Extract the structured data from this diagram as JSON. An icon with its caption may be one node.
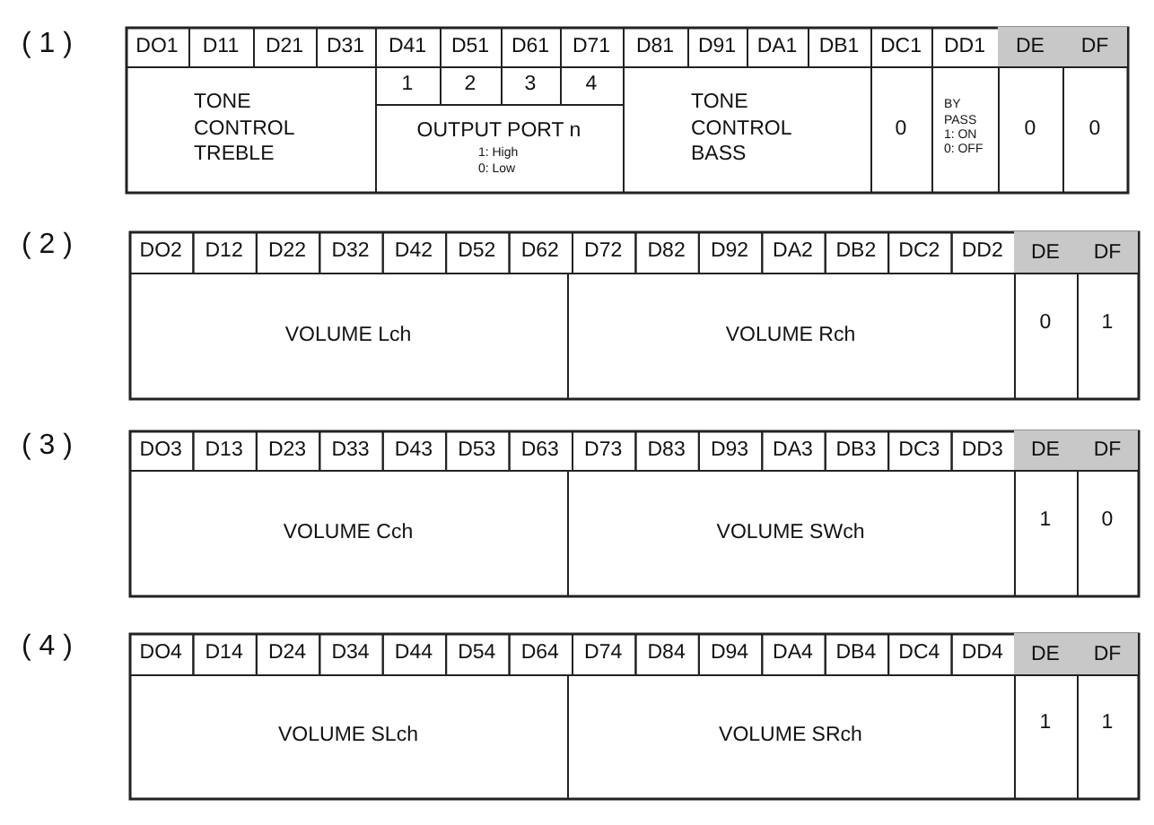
{
  "diagram": {
    "labels": [
      "( 1 )",
      "DO1",
      "D11",
      "D21",
      "D31",
      "D41",
      "D51",
      "D61",
      "D71",
      "D81",
      "D91",
      "DA1",
      "DB1",
      "DC1",
      "DD1",
      "DE",
      "DF",
      "TONE CONTROL TREBLE",
      "1",
      "2",
      "3",
      "4",
      "OUTPUT PORT n",
      "1: High 0: Low",
      "TONE CONTROL BASS",
      "0",
      "BY PASS 1: ON 0: OFF",
      "0",
      "0",
      "( 2 )",
      "DO2",
      "D12",
      "D22",
      "D32",
      "D42",
      "D52",
      "D62",
      "D72",
      "D82",
      "D92",
      "DA2",
      "DB2",
      "DC2",
      "DD2",
      "DE",
      "DF",
      "VOLUME Lch",
      "VOLUME Rch",
      "0",
      "1",
      "( 3 )",
      "DO3",
      "D13",
      "D23",
      "D33",
      "D43",
      "D53",
      "D63",
      "D73",
      "D83",
      "D93",
      "DA3",
      "DB3",
      "DC3",
      "DD3",
      "DE",
      "DF",
      "VOLUME Cch",
      "VOLUME SWch",
      "1",
      "0",
      "( 4 )",
      "DO4",
      "D14",
      "D24",
      "D34",
      "D44",
      "D54",
      "D64",
      "D74",
      "D84",
      "D94",
      "DA4",
      "DB4",
      "DC4",
      "DD4",
      "DE",
      "DF",
      "VOLUME SLch",
      "VOLUME SRch",
      "1",
      "1"
    ]
  }
}
